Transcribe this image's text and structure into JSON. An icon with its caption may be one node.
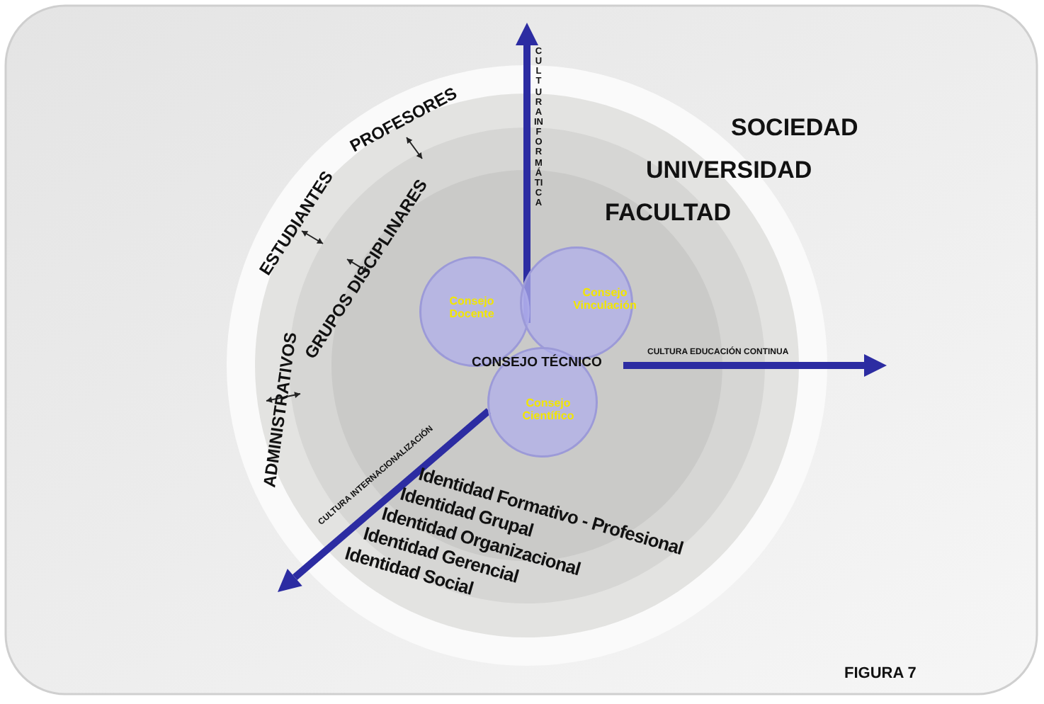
{
  "diagram": {
    "nodes": [
      {
        "text": [
          "Consejo Docente"
        ]
      },
      {
        "text": [
          "Consejo Vinculación"
        ]
      },
      {
        "text": [
          "Consejo Científico"
        ]
      }
    ],
    "edges": [],
    "labels": [
      "CULTURA INFORMÁTICA",
      "PROFESORES",
      "SOCIEDAD",
      "UNIVERSIDAD",
      "ESTUDIANTES",
      "GRUPOS DISCIPLINARES",
      "FACULTAD",
      "CONSEJO TÉCNICO",
      "CULTURA EDUCACIÓN CONTINUA",
      "ADMINISTRATIVOS",
      "CULTURA INTERNACIONALIZACIÓN",
      "Identidad Formativo - Profesional",
      "Identidad Grupal",
      "Identidad Organizacional",
      "Identidad Gerencial",
      "Identidad Social",
      "FIGURA 7"
    ]
  }
}
